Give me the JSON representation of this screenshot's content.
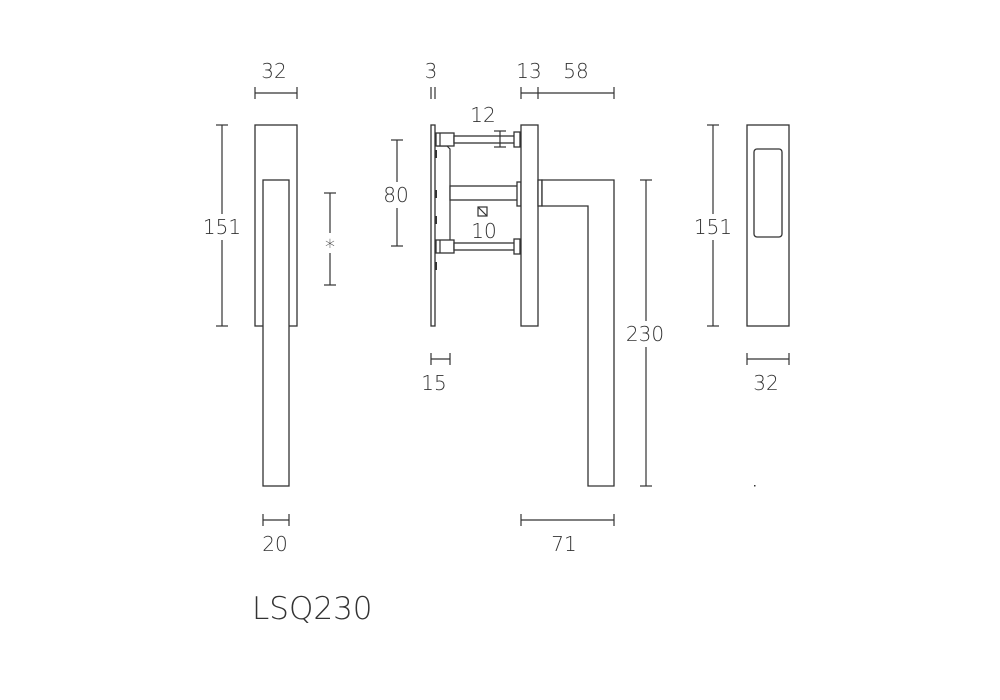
{
  "model_name": "LSQ230",
  "dimensions": {
    "side_rose_width": "32",
    "side_rose_height": "151",
    "side_lever_width": "20",
    "side_star": "*",
    "plate_thickness": "3",
    "screw_diameter": "12",
    "screw_spacing": "80",
    "spindle_square": "10",
    "plate_offset": "15",
    "rose_depth": "13",
    "lever_projection": "58",
    "lever_length": "230",
    "lever_depth": "71",
    "front_height": "151",
    "front_width": "32"
  },
  "colors": {
    "line": "#333333",
    "background": "#ffffff"
  }
}
